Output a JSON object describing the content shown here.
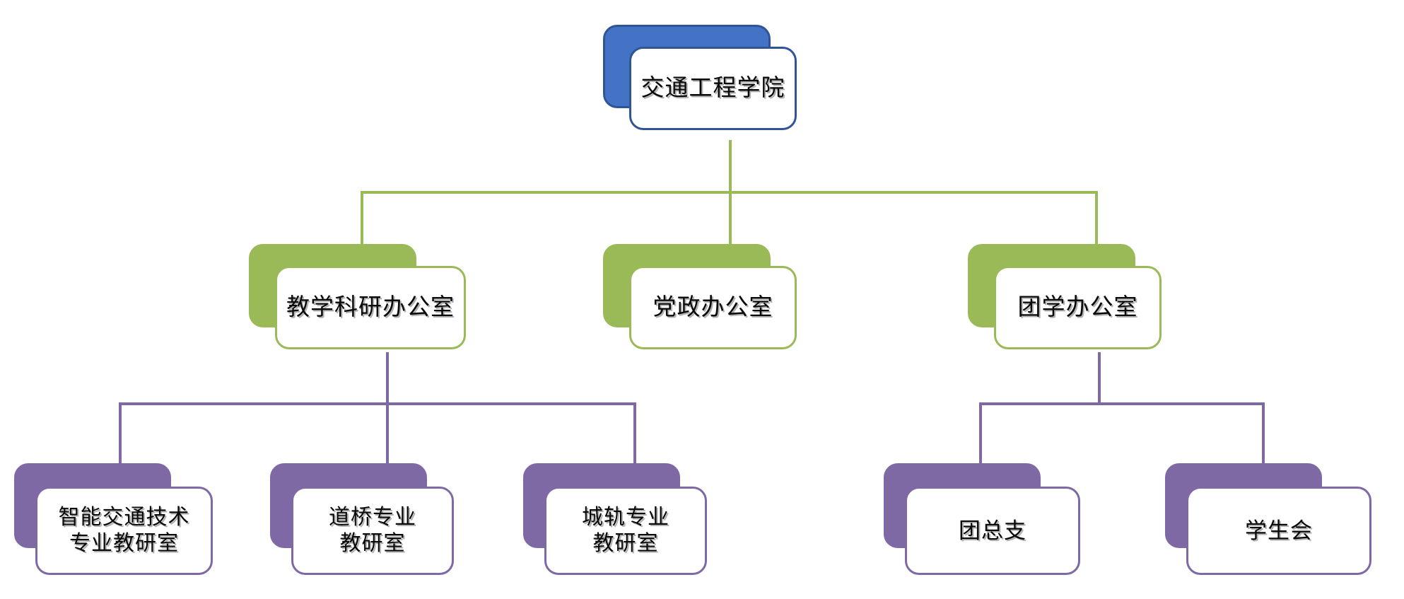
{
  "diagram": {
    "title_root": "交通工程学院",
    "colors": {
      "root_fill": "#4472C4",
      "root_border": "#2F5597",
      "level2_fill": "#9ABA58",
      "level2_border": "#9ABA58",
      "level3_fill": "#7E69A5",
      "level3_border": "#7E69A5",
      "card_background": "#FFFFFF",
      "text": "#0A0A0A",
      "page_background": "#FFFFFF"
    },
    "root": {
      "label": "交通工程学院"
    },
    "level2": [
      {
        "label": "教学科研办公室"
      },
      {
        "label": "党政办公室"
      },
      {
        "label": "团学办公室"
      }
    ],
    "level3": [
      {
        "label": "智能交通技术\n专业教研室"
      },
      {
        "label": "道桥专业\n教研室"
      },
      {
        "label": "城轨专业\n教研室"
      },
      {
        "label": "团总支"
      },
      {
        "label": "学生会"
      }
    ]
  }
}
